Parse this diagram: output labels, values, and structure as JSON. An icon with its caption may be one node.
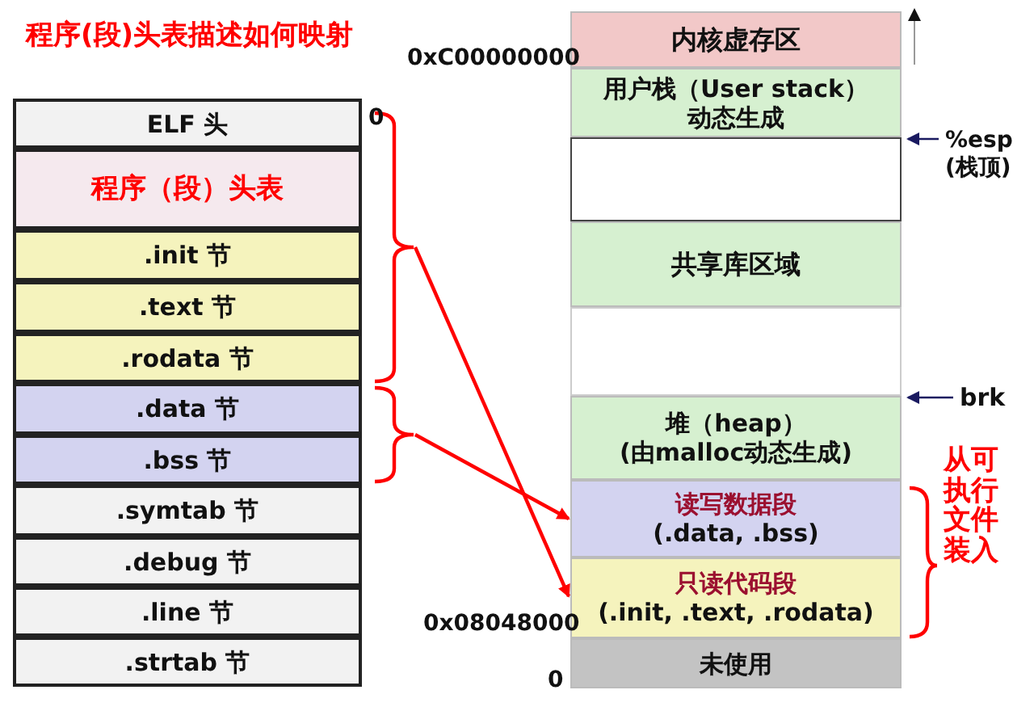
{
  "diagram": {
    "title": "程序(段)头表描述如何映射",
    "nodes": [
      {
        "text": [
          "ELF 头"
        ]
      },
      {
        "text": [
          "程序（段）头表"
        ]
      },
      {
        "text": [
          ".init 节"
        ]
      },
      {
        "text": [
          ".text 节"
        ]
      },
      {
        "text": [
          ".rodata 节"
        ]
      },
      {
        "text": [
          ".data 节"
        ]
      },
      {
        "text": [
          ".bss 节"
        ]
      },
      {
        "text": [
          ".symtab 节"
        ]
      },
      {
        "text": [
          ".debug 节"
        ]
      },
      {
        "text": [
          ".line 节"
        ]
      },
      {
        "text": [
          ".strtab 节"
        ]
      },
      {
        "text": [
          "内核虚存区"
        ]
      },
      {
        "text": [
          "用户栈（User stack）动态生成"
        ]
      },
      {
        "text": [],
        "shape": "box"
      },
      {
        "text": [
          "共享库区域"
        ]
      },
      {
        "text": [],
        "shape": "box"
      },
      {
        "text": [
          "堆（heap）(由malloc动态生成)"
        ]
      },
      {
        "text": [
          "读写数据段",
          "(.data, .bss)"
        ]
      },
      {
        "text": [
          "只读代码段",
          "(.init, .text, .rodata)"
        ]
      },
      {
        "text": [
          "未使用"
        ]
      },
      {
        "text": [
          "%esp (栈顶)"
        ]
      },
      {
        "text": [
          "brk"
        ]
      },
      {
        "text": [],
        "shape": "brace"
      },
      {
        "text": [],
        "shape": "brace"
      }
    ],
    "edges": [
      {
        "from": 22,
        "to": 18,
        "arrow": "to",
        "color": "#ff0000"
      },
      {
        "from": 23,
        "to": 17,
        "arrow": "to",
        "color": "#ff0000"
      },
      {
        "from": 20,
        "to": 13,
        "arrow": "to",
        "color": "#1a1a60"
      },
      {
        "from": 21,
        "to": 16,
        "arrow": "to",
        "color": "#1a1a60"
      }
    ],
    "labels": [
      "0",
      "0xC00000000",
      "0x08048000",
      "0",
      "从可执行文件装入"
    ]
  }
}
